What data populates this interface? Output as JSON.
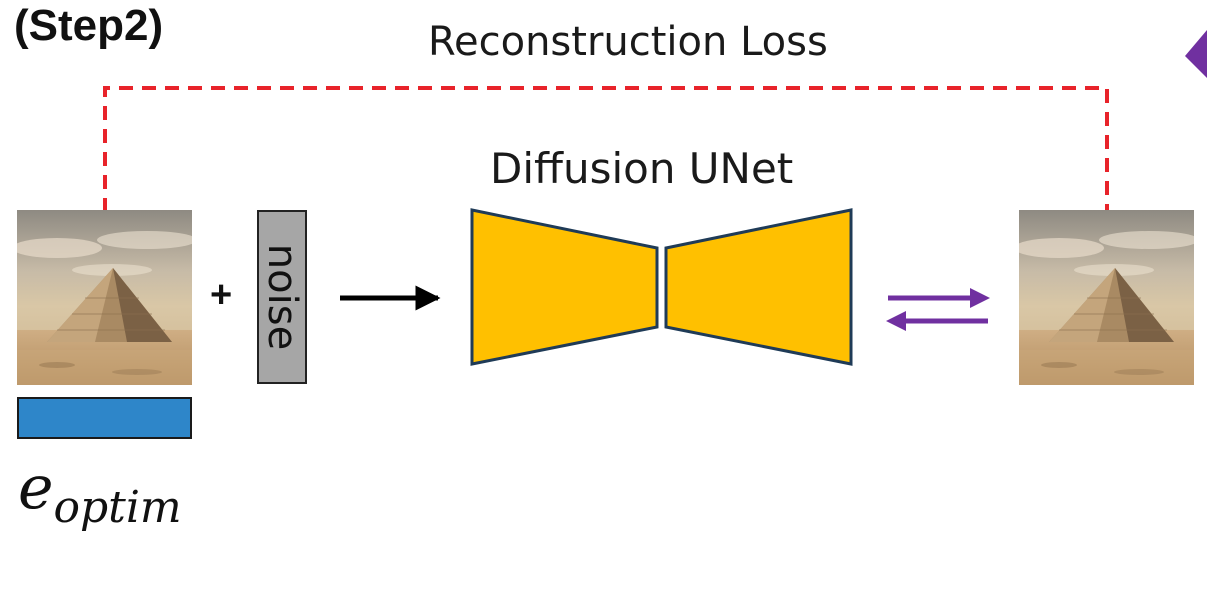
{
  "step_label": "(Step2)",
  "loss_label": "Reconstruction Loss",
  "unet_label": "Diffusion UNet",
  "plus_sign": "+",
  "noise_label": "noise",
  "embedding_label": {
    "base": "e",
    "subscript": "optim"
  },
  "colors": {
    "loss_line": "#e8232a",
    "unet_fill": "#ffc000",
    "unet_stroke": "#1f3b57",
    "embedding": "#2e86c9",
    "noise_fill": "#a6a6a6",
    "cycle_arrows": "#7030a0",
    "partial_shape": "#7030a0"
  },
  "icons": {
    "input_image": "pyramid-desert-image",
    "output_image": "pyramid-desert-image",
    "forward_arrow": "right-arrow-icon",
    "cycle_arrows": "bidirectional-arrows-icon"
  }
}
